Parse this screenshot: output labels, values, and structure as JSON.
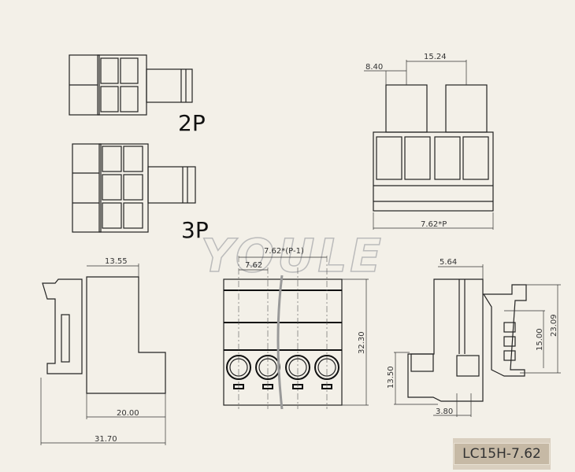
{
  "watermark": "YOULE",
  "views": {
    "iso_2p": {
      "label": "2P"
    },
    "iso_3p": {
      "label": "3P"
    },
    "top_view": {
      "dim_pitch_offset": "8.40",
      "dim_pitch_double": "15.24",
      "dim_width": "7.62*P"
    },
    "side_left": {
      "dim_top": "13.55",
      "dim_base": "20.00",
      "dim_total": "31.70"
    },
    "front_view": {
      "dim_span": "7.62*(P-1)",
      "dim_pitch": "7.62",
      "dim_height": "32.30"
    },
    "section_view": {
      "dim_top": "5.64",
      "dim_height_total": "23.09",
      "dim_height_mid": "15.00",
      "dim_height_low": "13.50",
      "dim_bottom": "3.80"
    }
  },
  "model": "LC15H-7.62"
}
